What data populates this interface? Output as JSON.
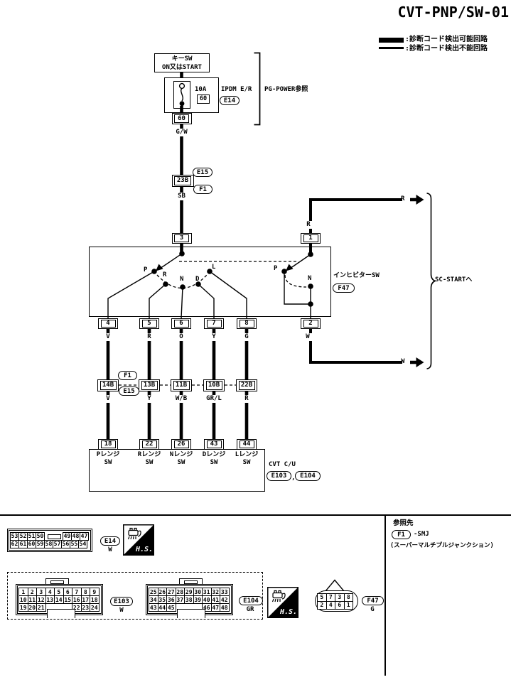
{
  "title": "CVT-PNP/SW-01",
  "legend": {
    "detectable": ":診断コード検出可能回路",
    "undetectable": ":診断コード検出不能回路"
  },
  "power": {
    "key_sw_line1": "キーSW",
    "key_sw_line2": "ON又はSTART",
    "fuse_rating": "10A",
    "fuse_no": "60",
    "module": "IPDM E/R",
    "module_connector": "E14",
    "ref": "PG-POWER参照",
    "terminal": "60",
    "wire": "G/W"
  },
  "smj": {
    "connector": "23B",
    "above": "E15",
    "below": "F1",
    "wire_below": "SB"
  },
  "inhibitor": {
    "label": "インヒビターSW",
    "connector": "F47",
    "terminal_in": "3",
    "terminal_r": "1",
    "terminal_w": "2",
    "contact_p": "P",
    "contact_r": "R",
    "contact_n": "N",
    "contact_d": "D",
    "contact_l": "L",
    "contact_p2": "P",
    "contact_n2": "N",
    "wire_r": "R",
    "wire_w": "W",
    "arrow_r": "R",
    "arrow_w": "W",
    "dest": "SC-STARTへ"
  },
  "mid_ovals": {
    "top": "F1",
    "bottom": "E15"
  },
  "columns": [
    {
      "term": "4",
      "wire": "V",
      "conn": "14B",
      "wire2": "V",
      "term2": "18",
      "range": "Pレンジ",
      "sw": "SW"
    },
    {
      "term": "5",
      "wire": "R",
      "conn": "13B",
      "wire2": "Y",
      "term2": "22",
      "range": "Rレンジ",
      "sw": "SW"
    },
    {
      "term": "6",
      "wire": "O",
      "conn": "11B",
      "wire2": "W/B",
      "term2": "26",
      "range": "Nレンジ",
      "sw": "SW"
    },
    {
      "term": "7",
      "wire": "Y",
      "conn": "10B",
      "wire2": "GR/L",
      "term2": "43",
      "range": "Dレンジ",
      "sw": "SW"
    },
    {
      "term": "8",
      "wire": "G",
      "conn": "22B",
      "wire2": "R",
      "term2": "44",
      "range": "Lレンジ",
      "sw": "SW"
    }
  ],
  "cvt": {
    "label": "CVT C/U",
    "conn1": "E103",
    "sep": ",",
    "conn2": "E104"
  },
  "footer": {
    "ref_title": "参照先",
    "ref_conn": "F1",
    "ref_name": "-SMJ",
    "ref_desc": "(スーパーマルチプルジャンクション)",
    "hs": "H.S.",
    "e14": {
      "id": "E14",
      "color": "W",
      "row1a": [
        "53",
        "52",
        "51",
        "50"
      ],
      "row1b": [
        "49",
        "48",
        "47"
      ],
      "row2": [
        "62",
        "61",
        "60",
        "59",
        "58",
        "57",
        "56",
        "55",
        "54"
      ]
    },
    "e103": {
      "id": "E103",
      "color": "W",
      "row1": [
        "1",
        "2",
        "3",
        "4",
        "5",
        "6",
        "7",
        "8",
        "9"
      ],
      "row2": [
        "10",
        "11",
        "12",
        "13",
        "14",
        "15",
        "16",
        "17",
        "18"
      ],
      "row3a": [
        "19",
        "20",
        "21"
      ],
      "row3b": [
        "22",
        "23",
        "24"
      ]
    },
    "e104": {
      "id": "E104",
      "color": "GR",
      "row1": [
        "25",
        "26",
        "27",
        "28",
        "29",
        "30",
        "31",
        "32",
        "33"
      ],
      "row2": [
        "34",
        "35",
        "36",
        "37",
        "38",
        "39",
        "40",
        "41",
        "42"
      ],
      "row3a": [
        "43",
        "44",
        "45"
      ],
      "row3b": [
        "46",
        "47",
        "48"
      ]
    },
    "f47": {
      "id": "F47",
      "color": "G",
      "row1": [
        "5",
        "7",
        "3",
        "8"
      ],
      "row2": [
        "2",
        "4",
        "6",
        "1"
      ]
    }
  }
}
